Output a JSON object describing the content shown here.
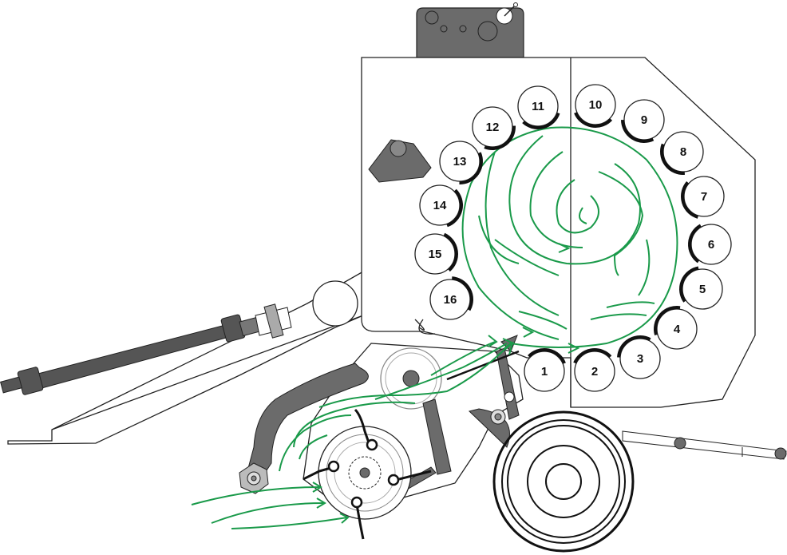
{
  "diagram": {
    "rollers": [
      {
        "label": "1"
      },
      {
        "label": "2"
      },
      {
        "label": "3"
      },
      {
        "label": "4"
      },
      {
        "label": "5"
      },
      {
        "label": "6"
      },
      {
        "label": "7"
      },
      {
        "label": "8"
      },
      {
        "label": "9"
      },
      {
        "label": "10"
      },
      {
        "label": "11"
      },
      {
        "label": "12"
      },
      {
        "label": "13"
      },
      {
        "label": "14"
      },
      {
        "label": "15"
      },
      {
        "label": "16"
      }
    ],
    "colors": {
      "crop_flow": "#1a9a4a",
      "machine_dark": "#6b6b6b",
      "outline": "#222222",
      "fill": "#ffffff"
    }
  }
}
